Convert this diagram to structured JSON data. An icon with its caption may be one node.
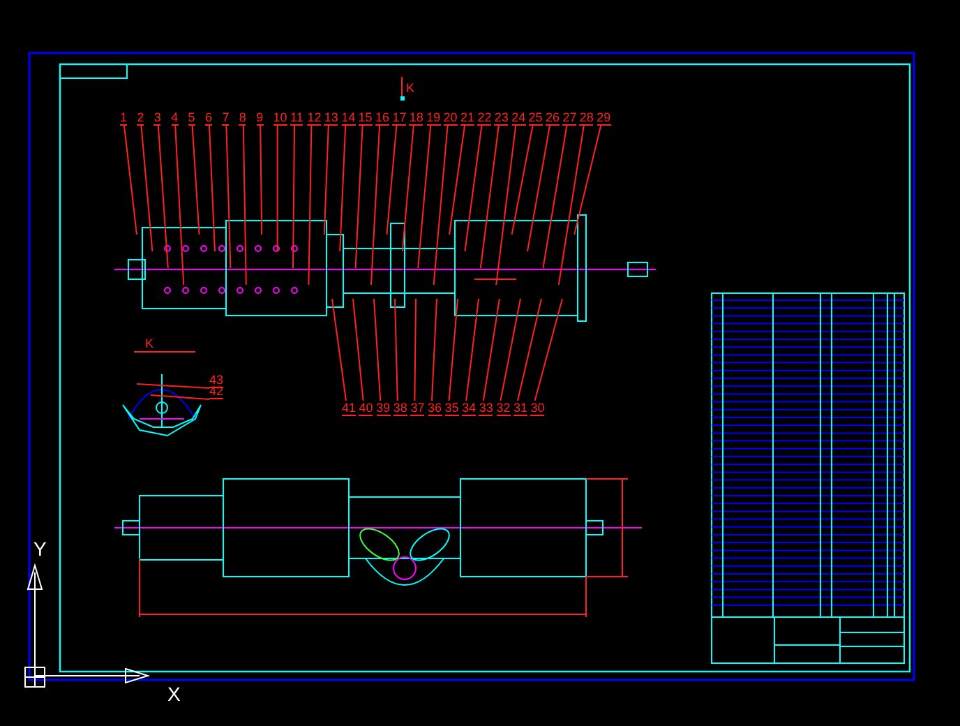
{
  "diagram": {
    "nodes": [
      {
        "text": [
          "1"
        ]
      },
      {
        "text": [
          "2"
        ]
      },
      {
        "text": [
          "3"
        ]
      },
      {
        "text": [
          "4"
        ]
      },
      {
        "text": [
          "5"
        ]
      },
      {
        "text": [
          "6"
        ]
      },
      {
        "text": [
          "7"
        ]
      },
      {
        "text": [
          "8"
        ]
      },
      {
        "text": [
          "9"
        ]
      },
      {
        "text": [
          "10"
        ]
      },
      {
        "text": [
          "11"
        ]
      },
      {
        "text": [
          "12"
        ]
      },
      {
        "text": [
          "13"
        ]
      },
      {
        "text": [
          "14"
        ]
      },
      {
        "text": [
          "15"
        ]
      },
      {
        "text": [
          "16"
        ]
      },
      {
        "text": [
          "17"
        ]
      },
      {
        "text": [
          "18"
        ]
      },
      {
        "text": [
          "19"
        ]
      },
      {
        "text": [
          "20"
        ]
      },
      {
        "text": [
          "21"
        ]
      },
      {
        "text": [
          "22"
        ]
      },
      {
        "text": [
          "23"
        ]
      },
      {
        "text": [
          "24"
        ]
      },
      {
        "text": [
          "25"
        ]
      },
      {
        "text": [
          "26"
        ]
      },
      {
        "text": [
          "27"
        ]
      },
      {
        "text": [
          "28"
        ]
      },
      {
        "text": [
          "29"
        ]
      },
      {
        "text": [
          "41"
        ]
      },
      {
        "text": [
          "40"
        ]
      },
      {
        "text": [
          "39"
        ]
      },
      {
        "text": [
          "38"
        ]
      },
      {
        "text": [
          "37"
        ]
      },
      {
        "text": [
          "36"
        ]
      },
      {
        "text": [
          "35"
        ]
      },
      {
        "text": [
          "34"
        ]
      },
      {
        "text": [
          "33"
        ]
      },
      {
        "text": [
          "32"
        ]
      },
      {
        "text": [
          "31"
        ]
      },
      {
        "text": [
          "30"
        ]
      },
      {
        "text": [
          "43"
        ]
      },
      {
        "text": [
          "42"
        ]
      }
    ],
    "edges": [
      {
        "from": 0,
        "to": null,
        "arrow": "none"
      },
      {
        "from": 1,
        "to": null,
        "arrow": "none"
      },
      {
        "from": 2,
        "to": null,
        "arrow": "none"
      },
      {
        "from": 3,
        "to": null,
        "arrow": "none"
      },
      {
        "from": 4,
        "to": null,
        "arrow": "none"
      },
      {
        "from": 5,
        "to": null,
        "arrow": "none"
      },
      {
        "from": 6,
        "to": null,
        "arrow": "none"
      },
      {
        "from": 7,
        "to": null,
        "arrow": "none"
      },
      {
        "from": 8,
        "to": null,
        "arrow": "none"
      },
      {
        "from": 9,
        "to": null,
        "arrow": "none"
      },
      {
        "from": 10,
        "to": null,
        "arrow": "none"
      },
      {
        "from": 11,
        "to": null,
        "arrow": "none"
      },
      {
        "from": 12,
        "to": null,
        "arrow": "none"
      },
      {
        "from": 13,
        "to": null,
        "arrow": "none"
      },
      {
        "from": 14,
        "to": null,
        "arrow": "none"
      },
      {
        "from": 15,
        "to": null,
        "arrow": "none"
      },
      {
        "from": 16,
        "to": null,
        "arrow": "none"
      },
      {
        "from": 17,
        "to": null,
        "arrow": "none"
      },
      {
        "from": 18,
        "to": null,
        "arrow": "none"
      },
      {
        "from": 19,
        "to": null,
        "arrow": "none"
      },
      {
        "from": 20,
        "to": null,
        "arrow": "none"
      },
      {
        "from": 21,
        "to": null,
        "arrow": "none"
      },
      {
        "from": 22,
        "to": null,
        "arrow": "none"
      },
      {
        "from": 23,
        "to": null,
        "arrow": "none"
      },
      {
        "from": 24,
        "to": null,
        "arrow": "none"
      },
      {
        "from": 25,
        "to": null,
        "arrow": "none"
      },
      {
        "from": 26,
        "to": null,
        "arrow": "none"
      },
      {
        "from": 27,
        "to": null,
        "arrow": "none"
      },
      {
        "from": 28,
        "to": null,
        "arrow": "none"
      },
      {
        "from": 29,
        "to": null,
        "arrow": "none"
      },
      {
        "from": 30,
        "to": null,
        "arrow": "none"
      },
      {
        "from": 31,
        "to": null,
        "arrow": "none"
      },
      {
        "from": 32,
        "to": null,
        "arrow": "none"
      },
      {
        "from": 33,
        "to": null,
        "arrow": "none"
      },
      {
        "from": 34,
        "to": null,
        "arrow": "none"
      },
      {
        "from": 35,
        "to": null,
        "arrow": "none"
      },
      {
        "from": 36,
        "to": null,
        "arrow": "none"
      },
      {
        "from": 37,
        "to": null,
        "arrow": "none"
      },
      {
        "from": 38,
        "to": null,
        "arrow": "none"
      },
      {
        "from": 39,
        "to": null,
        "arrow": "none"
      },
      {
        "from": 40,
        "to": null,
        "arrow": "none"
      },
      {
        "from": 41,
        "to": null,
        "arrow": "none"
      },
      {
        "from": 42,
        "to": null,
        "arrow": "none"
      }
    ],
    "labels": [
      "K",
      "K",
      "Y",
      "X"
    ]
  }
}
